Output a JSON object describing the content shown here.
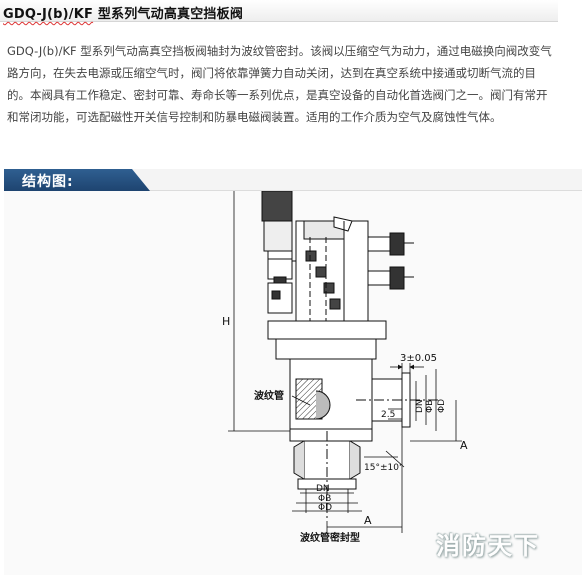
{
  "title": {
    "code": "GDQ-J(b)/KF",
    "name": "型系列气动高真空挡板阀"
  },
  "description": "GDQ-J(b)/KF 型系列气动高真空挡板阀轴封为波纹管密封。该阀以压缩空气为动力，通过电磁换向阀改变气路方向，在失去电源或压缩空气时，阀门将依靠弹簧力自动关闭，达到在真空系统中接通或切断气流的目的。本阀具有工作稳定、密封可靠、寿命长等一系列优点，是真空设备的自动化首选阀门之一。阀门有常开和常闭功能，可选配磁性开关信号控制和防暴电磁阀装置。适用的工作介质为空气及腐蚀性气体。",
  "section": {
    "label": "结构图:"
  },
  "diagram": {
    "label_bellows": "波纹管",
    "label_bellows_seal": "波纹管密封型",
    "dim_h": "H",
    "dim_a": "A",
    "dim_dn": "DN",
    "dim_b": "ΦB",
    "dim_d": "ΦD",
    "dim_gap": "3±0.05",
    "dim_25": "2.5",
    "dim_angle": "15°±10'"
  },
  "watermark": "消防天下"
}
